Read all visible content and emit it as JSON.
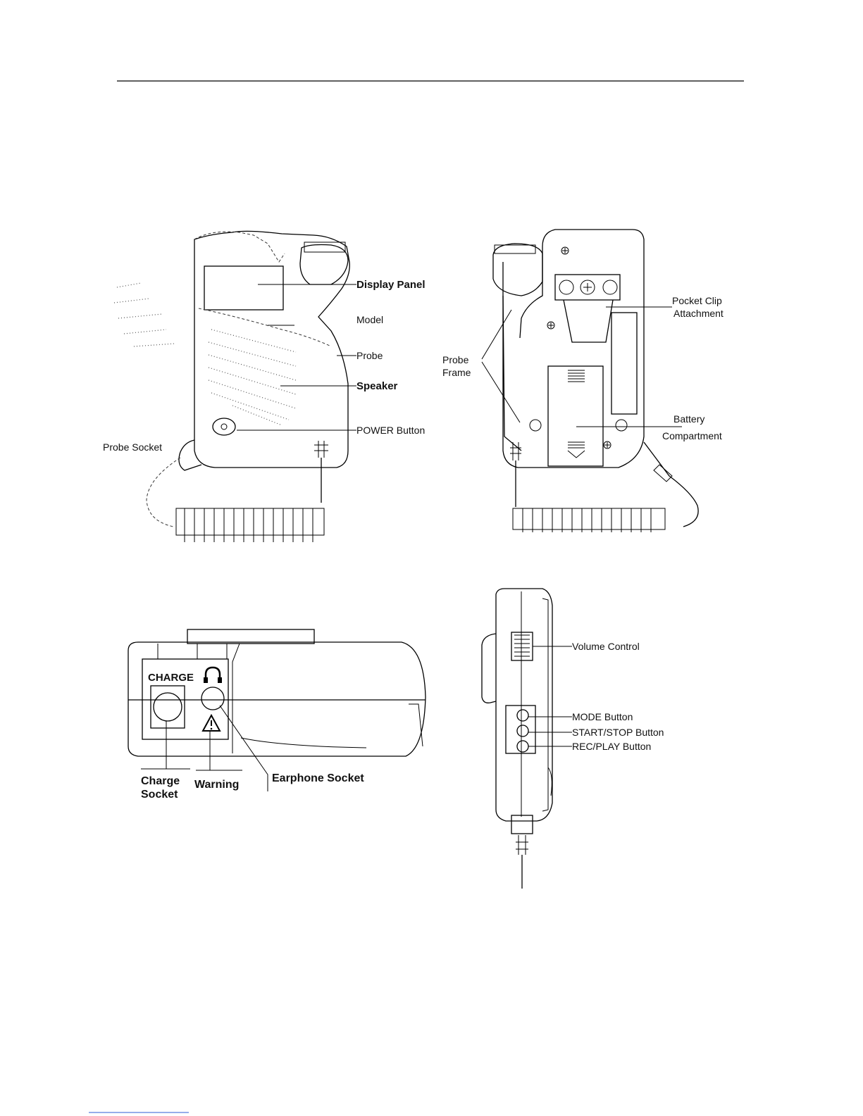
{
  "views": {
    "front": {
      "labels": {
        "display_panel": "Display Panel",
        "model": "Model",
        "probe": "Probe",
        "speaker": "Speaker",
        "power_button": "POWER Button",
        "probe_socket": "Probe Socket"
      }
    },
    "back": {
      "labels": {
        "pocket_clip_1": "Pocket Clip",
        "pocket_clip_2": "Attachment",
        "probe_frame_1": "Probe",
        "probe_frame_2": "Frame",
        "battery_1": "Battery",
        "battery_2": "Compartment"
      }
    },
    "bottom": {
      "labels": {
        "charge_panel": "CHARGE",
        "charge_socket_1": "Charge",
        "charge_socket_2": "Socket",
        "warning": "Warning",
        "earphone_socket": "Earphone Socket"
      }
    },
    "side": {
      "labels": {
        "volume_control": "Volume Control",
        "mode_button": "MODE Button",
        "start_stop_button": "START/STOP Button",
        "rec_play_button": "REC/PLAY Button"
      }
    }
  },
  "icons": {
    "earphone": "headphone-icon",
    "warning": "warning-triangle-icon"
  }
}
